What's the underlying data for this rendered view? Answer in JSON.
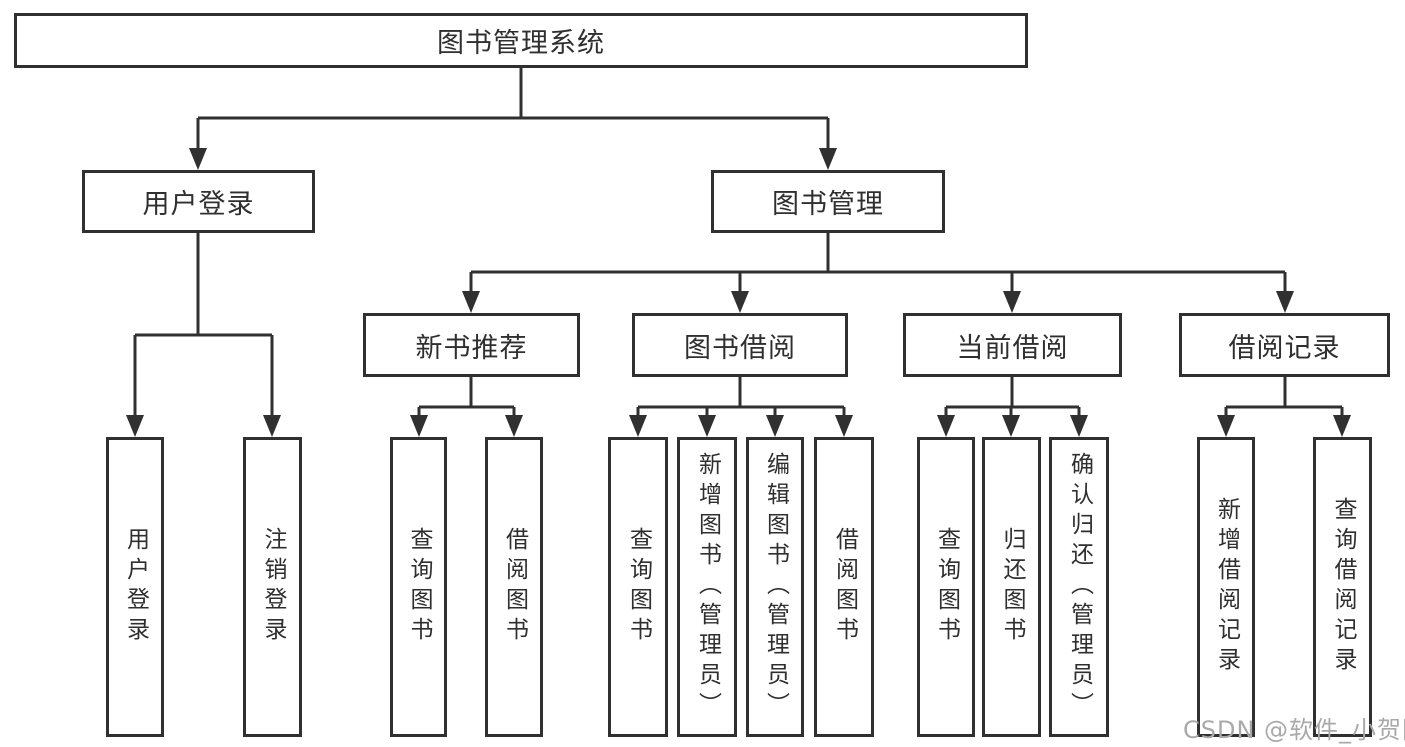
{
  "diagram_title": "图书管理系统",
  "tree": {
    "label": "图书管理系统",
    "children": [
      {
        "label": "用户登录",
        "children": [
          {
            "label": "用户登录"
          },
          {
            "label": "注销登录"
          }
        ]
      },
      {
        "label": "图书管理",
        "children": [
          {
            "label": "新书推荐",
            "children": [
              {
                "label": "查询图书"
              },
              {
                "label": "借阅图书"
              }
            ]
          },
          {
            "label": "图书借阅",
            "children": [
              {
                "label": "查询图书"
              },
              {
                "label": "新增图书（管理员）"
              },
              {
                "label": "编辑图书（管理员）"
              },
              {
                "label": "借阅图书"
              }
            ]
          },
          {
            "label": "当前借阅",
            "children": [
              {
                "label": "查询图书"
              },
              {
                "label": "归还图书"
              },
              {
                "label": "确认归还（管理员）"
              }
            ]
          },
          {
            "label": "借阅记录",
            "children": [
              {
                "label": "新增借阅记录"
              },
              {
                "label": "查询借阅记录"
              }
            ]
          }
        ]
      }
    ]
  },
  "watermark": {
    "text": "CSDN @软件_小贺同学"
  },
  "colors": {
    "line": "#303030",
    "border": "#303030",
    "text": "#2f2f2f",
    "watermark": "#a9a9a9",
    "background": "#ffffff"
  }
}
